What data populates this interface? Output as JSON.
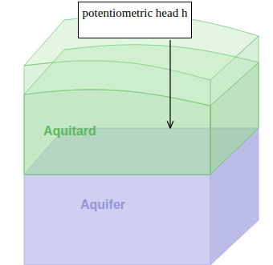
{
  "diagram": {
    "nodes": [
      {
        "text": [
          "potentiometric head h"
        ]
      },
      {
        "text": [
          "Aquitard"
        ]
      },
      {
        "text": [
          "Aquifer"
        ]
      }
    ]
  }
}
